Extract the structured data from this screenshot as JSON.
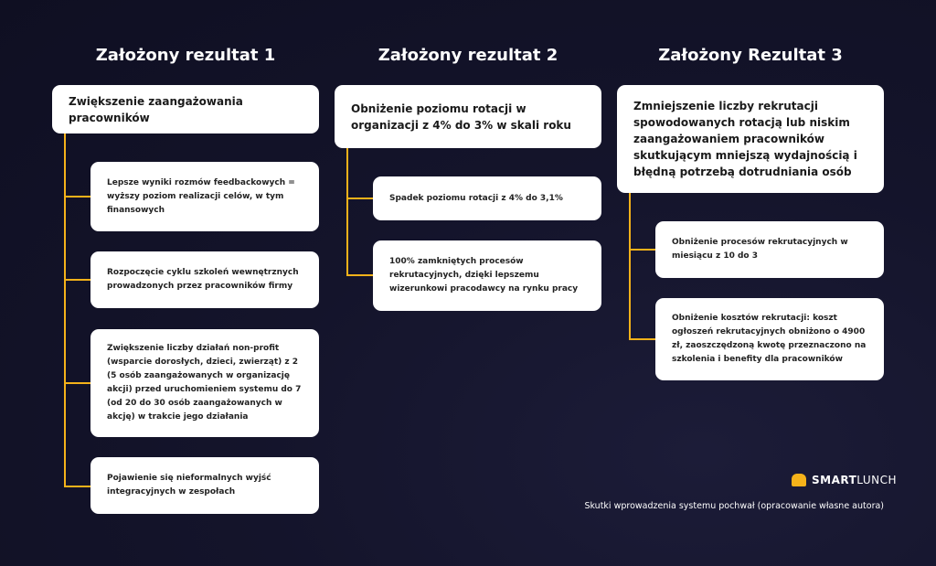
{
  "columns": [
    {
      "title": "Założony rezultat 1",
      "head": "Zwiększenie zaangażowania pracowników",
      "items": [
        "Lepsze wyniki rozmów feedbackowych = wyższy poziom realizacji celów, w tym finansowych",
        "Rozpoczęcie cyklu szkoleń wewnętrznych prowadzonych przez pracowników firmy",
        "Zwiększenie liczby działań non-profit (wsparcie dorosłych, dzieci, zwierząt) z 2 (5 osób zaangażowanych w organizację akcji) przed uruchomieniem systemu do 7 (od 20 do 30 osób zaangażowanych w akcję) w trakcie jego działania",
        "Pojawienie się nieformalnych wyjść integracyjnych w zespołach"
      ]
    },
    {
      "title": "Założony rezultat 2",
      "head": "Obniżenie poziomu rotacji w organizacji z 4% do 3% w skali roku",
      "items": [
        "Spadek poziomu rotacji z 4% do 3,1%",
        "100% zamkniętych procesów rekrutacyjnych, dzięki lepszemu wizerunkowi pracodawcy na rynku pracy"
      ]
    },
    {
      "title": "Założony Rezultat 3",
      "head": "Zmniejszenie liczby rekrutacji spowodowanych rotacją lub niskim zaangażowaniem pracowników skutkującym mniejszą wydajnością i błędną potrzebą dotrudniania osób",
      "items": [
        "Obniżenie procesów rekrutacyjnych w miesiącu z 10 do 3",
        "Obniżenie kosztów rekrutacji: koszt ogłoszeń rekrutacyjnych obniżono o 4900 zł, zaoszczędzoną kwotę przeznaczono na szkolenia i benefity dla pracowników"
      ]
    }
  ],
  "logo": {
    "bold": "SMART",
    "light": "LUNCH"
  },
  "caption": "Skutki wprowadzenia systemu pochwał (opracowanie własne autora)",
  "accent": "#f5b21a"
}
